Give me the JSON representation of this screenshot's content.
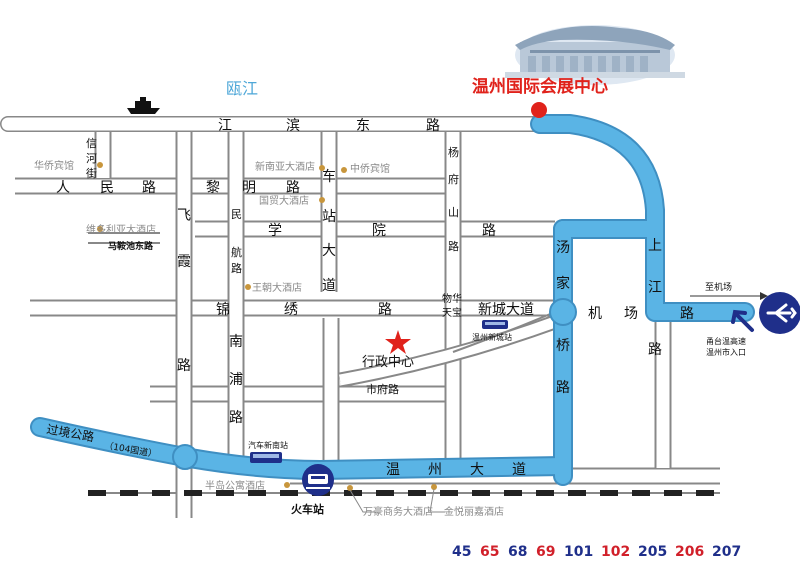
{
  "title": "温州国际会展中心",
  "river": "瓯江",
  "roads": {
    "jiang_bin_dong": [
      "江",
      "滨",
      "东",
      "路"
    ],
    "ren_min": [
      "人",
      "民",
      "路"
    ],
    "li_ming": [
      "黎",
      "明",
      "路"
    ],
    "che_zhan_da_dao": [
      "车",
      "站",
      "大",
      "道"
    ],
    "xue_yuan": [
      "学",
      "院",
      "路"
    ],
    "fei_xia": [
      "飞",
      "霞",
      "路"
    ],
    "min_hang": [
      "民",
      "航",
      "路"
    ],
    "nan_pu": [
      "南",
      "浦",
      "路"
    ],
    "jin_xiu": [
      "锦",
      "绣",
      "路"
    ],
    "yang_fu_shan": [
      "杨",
      "府",
      "山",
      "路"
    ],
    "xin_cheng": "新城大道",
    "ji_chang": [
      "机",
      "场",
      "路"
    ],
    "tang_jia_qiao": [
      "汤",
      "家",
      "桥",
      "路"
    ],
    "shang_jiang": [
      "上",
      "江",
      "路"
    ],
    "shi_fu": "市府路",
    "wen_zhou_da_dao": [
      "温",
      "州",
      "大",
      "道"
    ],
    "guo_jing": "过境公路",
    "guo_dao": "（104国道）",
    "xin_he_jie": [
      "信",
      "河",
      "街"
    ],
    "ma_an_chi": "马鞍池东路"
  },
  "places": {
    "hua_qiao": "华侨宾馆",
    "xin_nan_ya": "新南亚大酒店",
    "zhong_qiao": "中侨宾馆",
    "guo_mao": "国贸大酒店",
    "wei_duo_li_ya": "维多利亚大酒店",
    "wang_chao": "王朝大酒店",
    "wu_hua_tian_bao": [
      "物华",
      "天宝"
    ],
    "xing_zheng": "行政中心",
    "xin_cheng_station": "温州新城站",
    "bus_south": "汽车新南站",
    "ban_dao": "半岛公寓酒店",
    "train_station": "火车站",
    "wan_hao": "万豪商务大酒店",
    "jin_yue": "金悦丽嘉酒店"
  },
  "airport": {
    "to_airport": "至机场",
    "entrance": [
      "甬台温高速",
      "温州市入口"
    ]
  },
  "bus_routes": [
    {
      "num": "45",
      "color": "#1f2f8a"
    },
    {
      "num": "65",
      "color": "#d1202a"
    },
    {
      "num": "68",
      "color": "#1f2f8a"
    },
    {
      "num": "69",
      "color": "#d1202a"
    },
    {
      "num": "101",
      "color": "#1f2f8a"
    },
    {
      "num": "102",
      "color": "#d1202a"
    },
    {
      "num": "205",
      "color": "#1f2f8a"
    },
    {
      "num": "206",
      "color": "#d1202a"
    },
    {
      "num": "207",
      "color": "#1f2f8a"
    }
  ],
  "colors": {
    "highlight_road": "#5ab4e5",
    "title_red": "#e0221b",
    "river_blue": "#4ea7d8",
    "marker_red": "#e0221b",
    "hotel_dot": "#c8963c",
    "icon_navy": "#1f2f8a"
  }
}
